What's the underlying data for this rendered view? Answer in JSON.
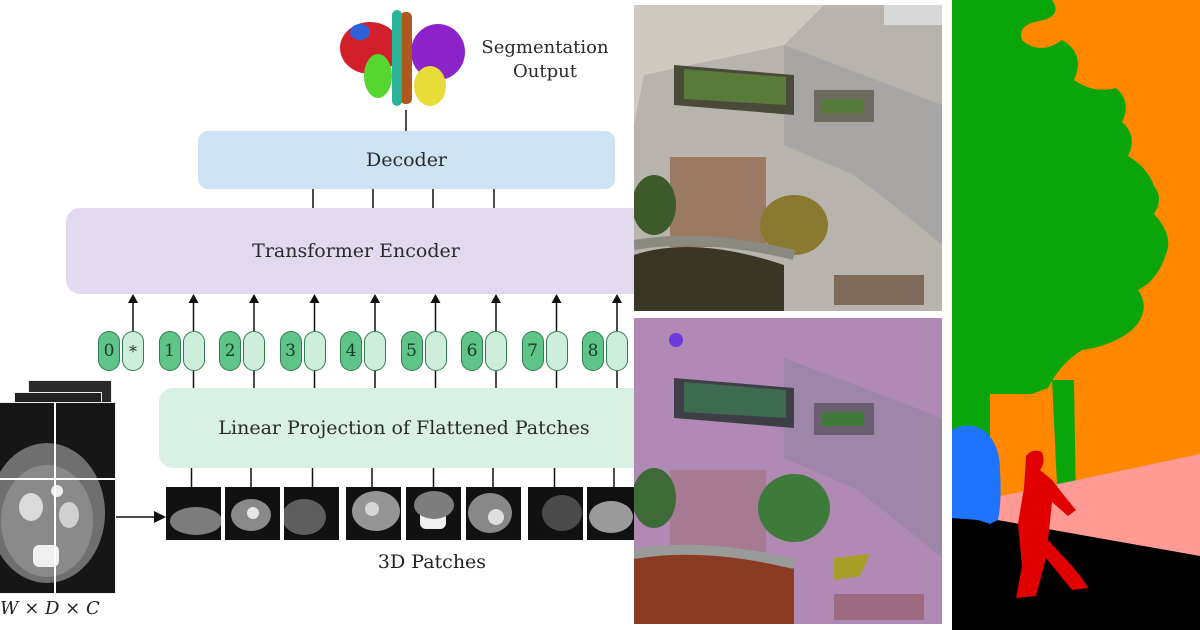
{
  "diagram": {
    "segmentation_output_label": "Segmentation\nOutput",
    "decoder_label": "Decoder",
    "encoder_label": "Transformer  Encoder",
    "projection_label": "Linear Projection of Flattened Patches",
    "patches_caption": "3D Patches",
    "input_dims_caption": "W × D × C",
    "position_tokens": [
      "0",
      "1",
      "2",
      "3",
      "4",
      "5",
      "6",
      "7",
      "8"
    ],
    "class_token_symbol": "*"
  },
  "colors": {
    "decoder_fill": "#cde2f3",
    "encoder_fill": "#e3d9ef",
    "projection_fill": "#d9f1e4",
    "token_dark": "#5fc488",
    "token_light": "#cdeedb",
    "seg_green": "#0aa50a",
    "seg_orange": "#ff8800",
    "seg_pink": "#ff9a94",
    "seg_red": "#e00000",
    "seg_blue": "#1e73ff",
    "aerial_overlay": "#b070b8"
  }
}
